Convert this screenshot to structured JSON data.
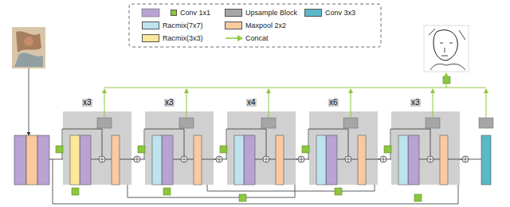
{
  "diagram": {
    "labels": [
      "x3",
      "x3",
      "x4",
      "x6",
      "x3"
    ],
    "legend": [
      {
        "text": "Conv 1x1",
        "color": "#8dc63f"
      },
      {
        "text": "Upsample Block",
        "color": "#a6a6a6"
      },
      {
        "text": "Conv 3x3",
        "color": "#5bb8c9"
      },
      {
        "text": "Racmix(7x7)",
        "color": "#bde3ef"
      },
      {
        "text": "Maxpool 2x2",
        "color": "#f9c9a0"
      },
      {
        "text": "Racmix(3x3)",
        "color": "#fde79a"
      },
      {
        "text": "Concat"
      }
    ]
  }
}
